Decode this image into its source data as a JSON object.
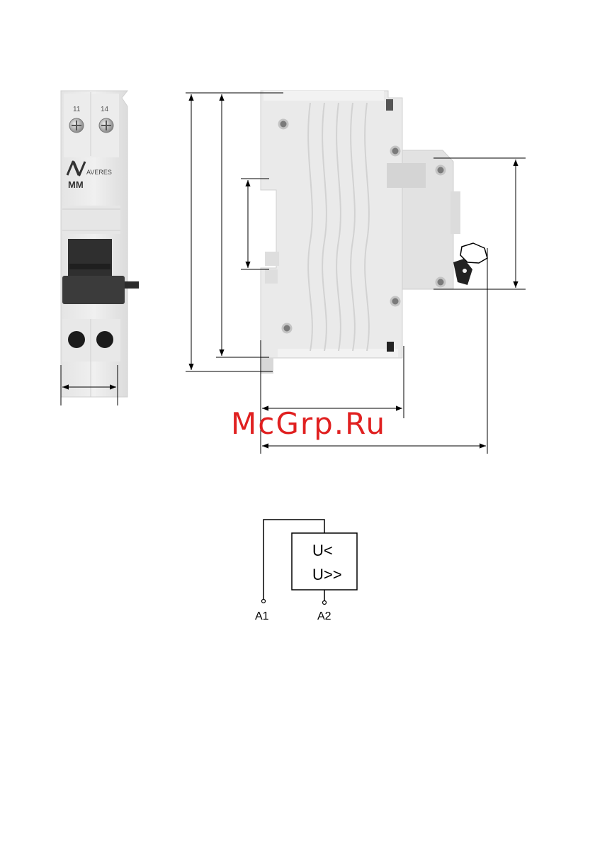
{
  "front_view": {
    "terminal_labels": [
      "11",
      "14"
    ],
    "brand_logo": "AV",
    "brand_name": "AVERES",
    "model": "MM"
  },
  "schematic": {
    "symbol_line_1": "U<",
    "symbol_line_2": "U>>",
    "terminal_a1": "A1",
    "terminal_a2": "A2"
  },
  "watermark": {
    "text": "McGrp.Ru",
    "color": "#e02020"
  }
}
